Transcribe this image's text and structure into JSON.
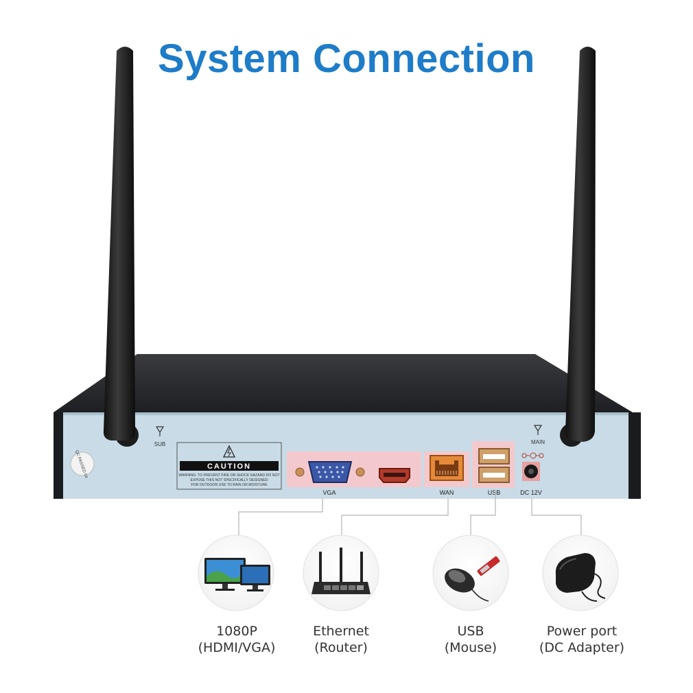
{
  "title": "System Connection",
  "colors": {
    "title": "#1e7cc8",
    "panel": "#c8dbe6",
    "housing": "#2c2d30",
    "highlight": "#f4c9cd"
  },
  "device": {
    "sub_label": "SUB",
    "main_label": "MAIN",
    "qc_label": "QC PASSED 04",
    "caution_title": "CAUTION",
    "caution_text": [
      "WARNING: TO PREVENT FIRE OR SHOCK HAZARD DO NOT",
      "EXPOSE THIS NOT SPECIFICALLY DESIGNED",
      "FOR OUTDOOR USE TO RAIN OR MOISTURE"
    ],
    "port_labels": {
      "vga": "VGA",
      "wan": "WAN",
      "usb": "USB",
      "dc": "DC 12V"
    }
  },
  "connections": [
    {
      "icon": "monitor-icon",
      "line1": "1080P",
      "line2": "(HDMI/VGA)"
    },
    {
      "icon": "router-icon",
      "line1": "Ethernet",
      "line2": "(Router)"
    },
    {
      "icon": "mouse-icon",
      "line1": "USB",
      "line2": "(Mouse)"
    },
    {
      "icon": "power-adapter-icon",
      "line1": "Power port",
      "line2": "(DC Adapter)"
    }
  ]
}
